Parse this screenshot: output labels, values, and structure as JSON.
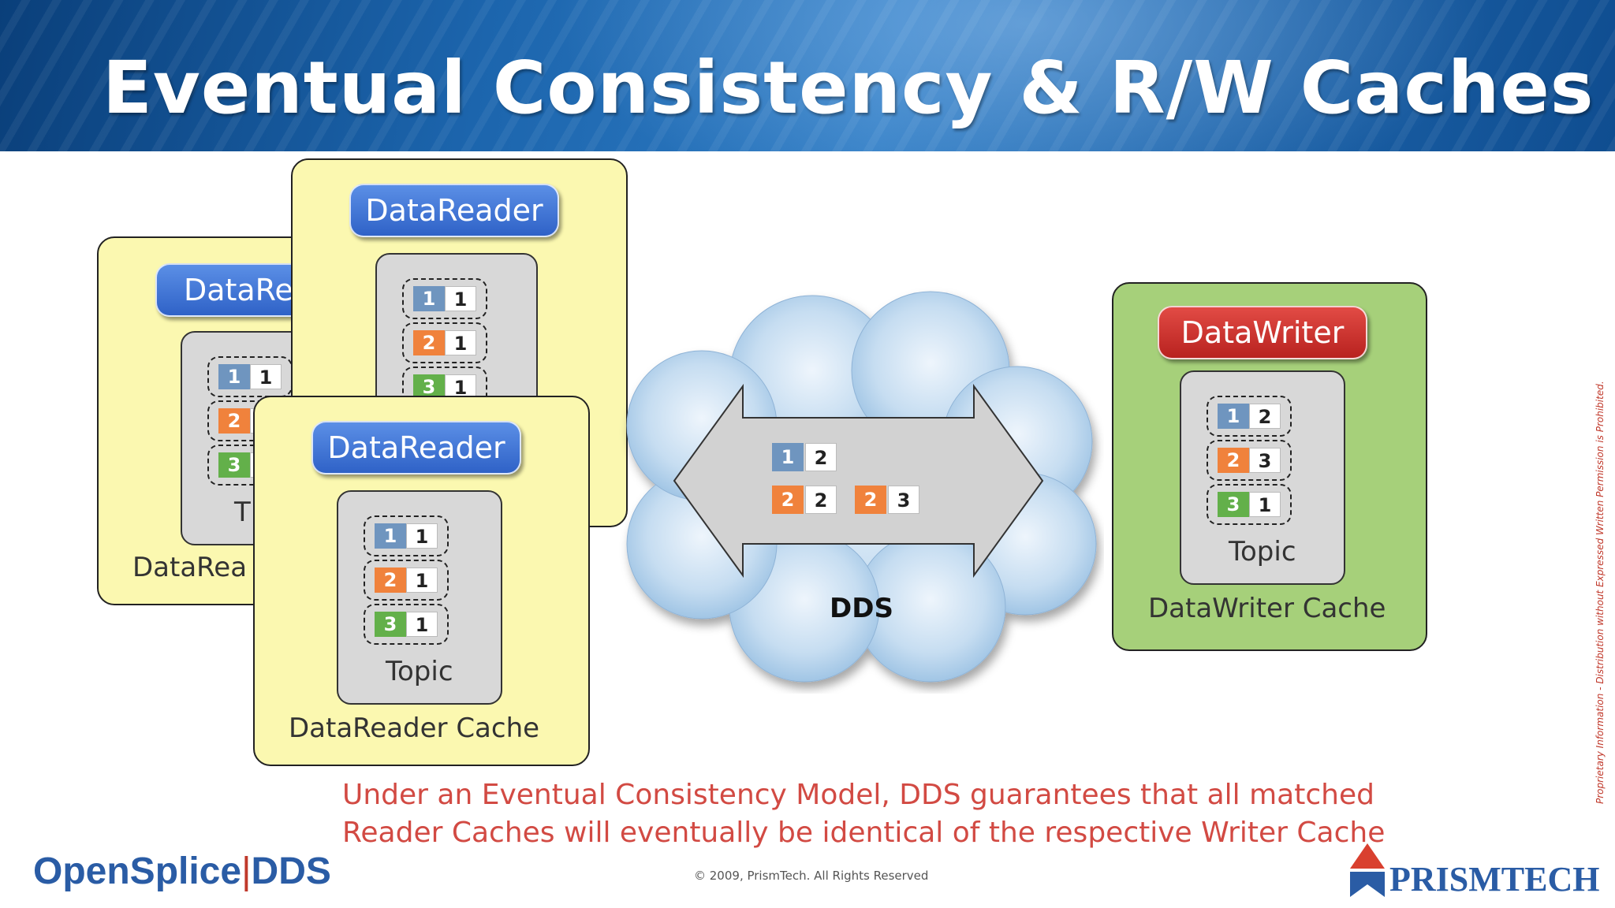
{
  "slide": {
    "title": "Eventual Consistency & R/W Caches",
    "note_line1": "Under an Eventual Consistency Model, DDS guarantees that all matched",
    "note_line2": "Reader Caches will eventually be identical of the respective Writer Cache",
    "copyright": "© 2009, PrismTech. All Rights Reserved",
    "side_notice": "Proprietary Information - Distribution without Expressed Written Permission is Prohibited.",
    "logo_left": {
      "part1": "OpenSplice",
      "part2": "DDS"
    },
    "logo_right": "PRISMTECH"
  },
  "reader": {
    "pill": "DataReader",
    "topic": "Topic",
    "cache_label": "DataReader Cache",
    "back_pill": "DataRea",
    "back_topic": "T",
    "back_cache_label": "DataRea",
    "samples": [
      {
        "key": "1",
        "value": "1",
        "color": "#6f95bf"
      },
      {
        "key": "2",
        "value": "1",
        "color": "#f0823c"
      },
      {
        "key": "3",
        "value": "1",
        "color": "#63b04a"
      }
    ]
  },
  "writer": {
    "pill": "DataWriter",
    "topic": "Topic",
    "cache_label": "DataWriter Cache",
    "samples": [
      {
        "key": "1",
        "value": "2",
        "color": "#6f95bf"
      },
      {
        "key": "2",
        "value": "3",
        "color": "#f0823c"
      },
      {
        "key": "3",
        "value": "1",
        "color": "#63b04a"
      }
    ]
  },
  "dds": {
    "label": "DDS",
    "in_transit": [
      {
        "key": "1",
        "value": "2",
        "color": "#6f95bf"
      },
      {
        "key": "2",
        "value": "2",
        "color": "#f0823c"
      },
      {
        "key": "2",
        "value": "3",
        "color": "#f0823c"
      }
    ]
  }
}
